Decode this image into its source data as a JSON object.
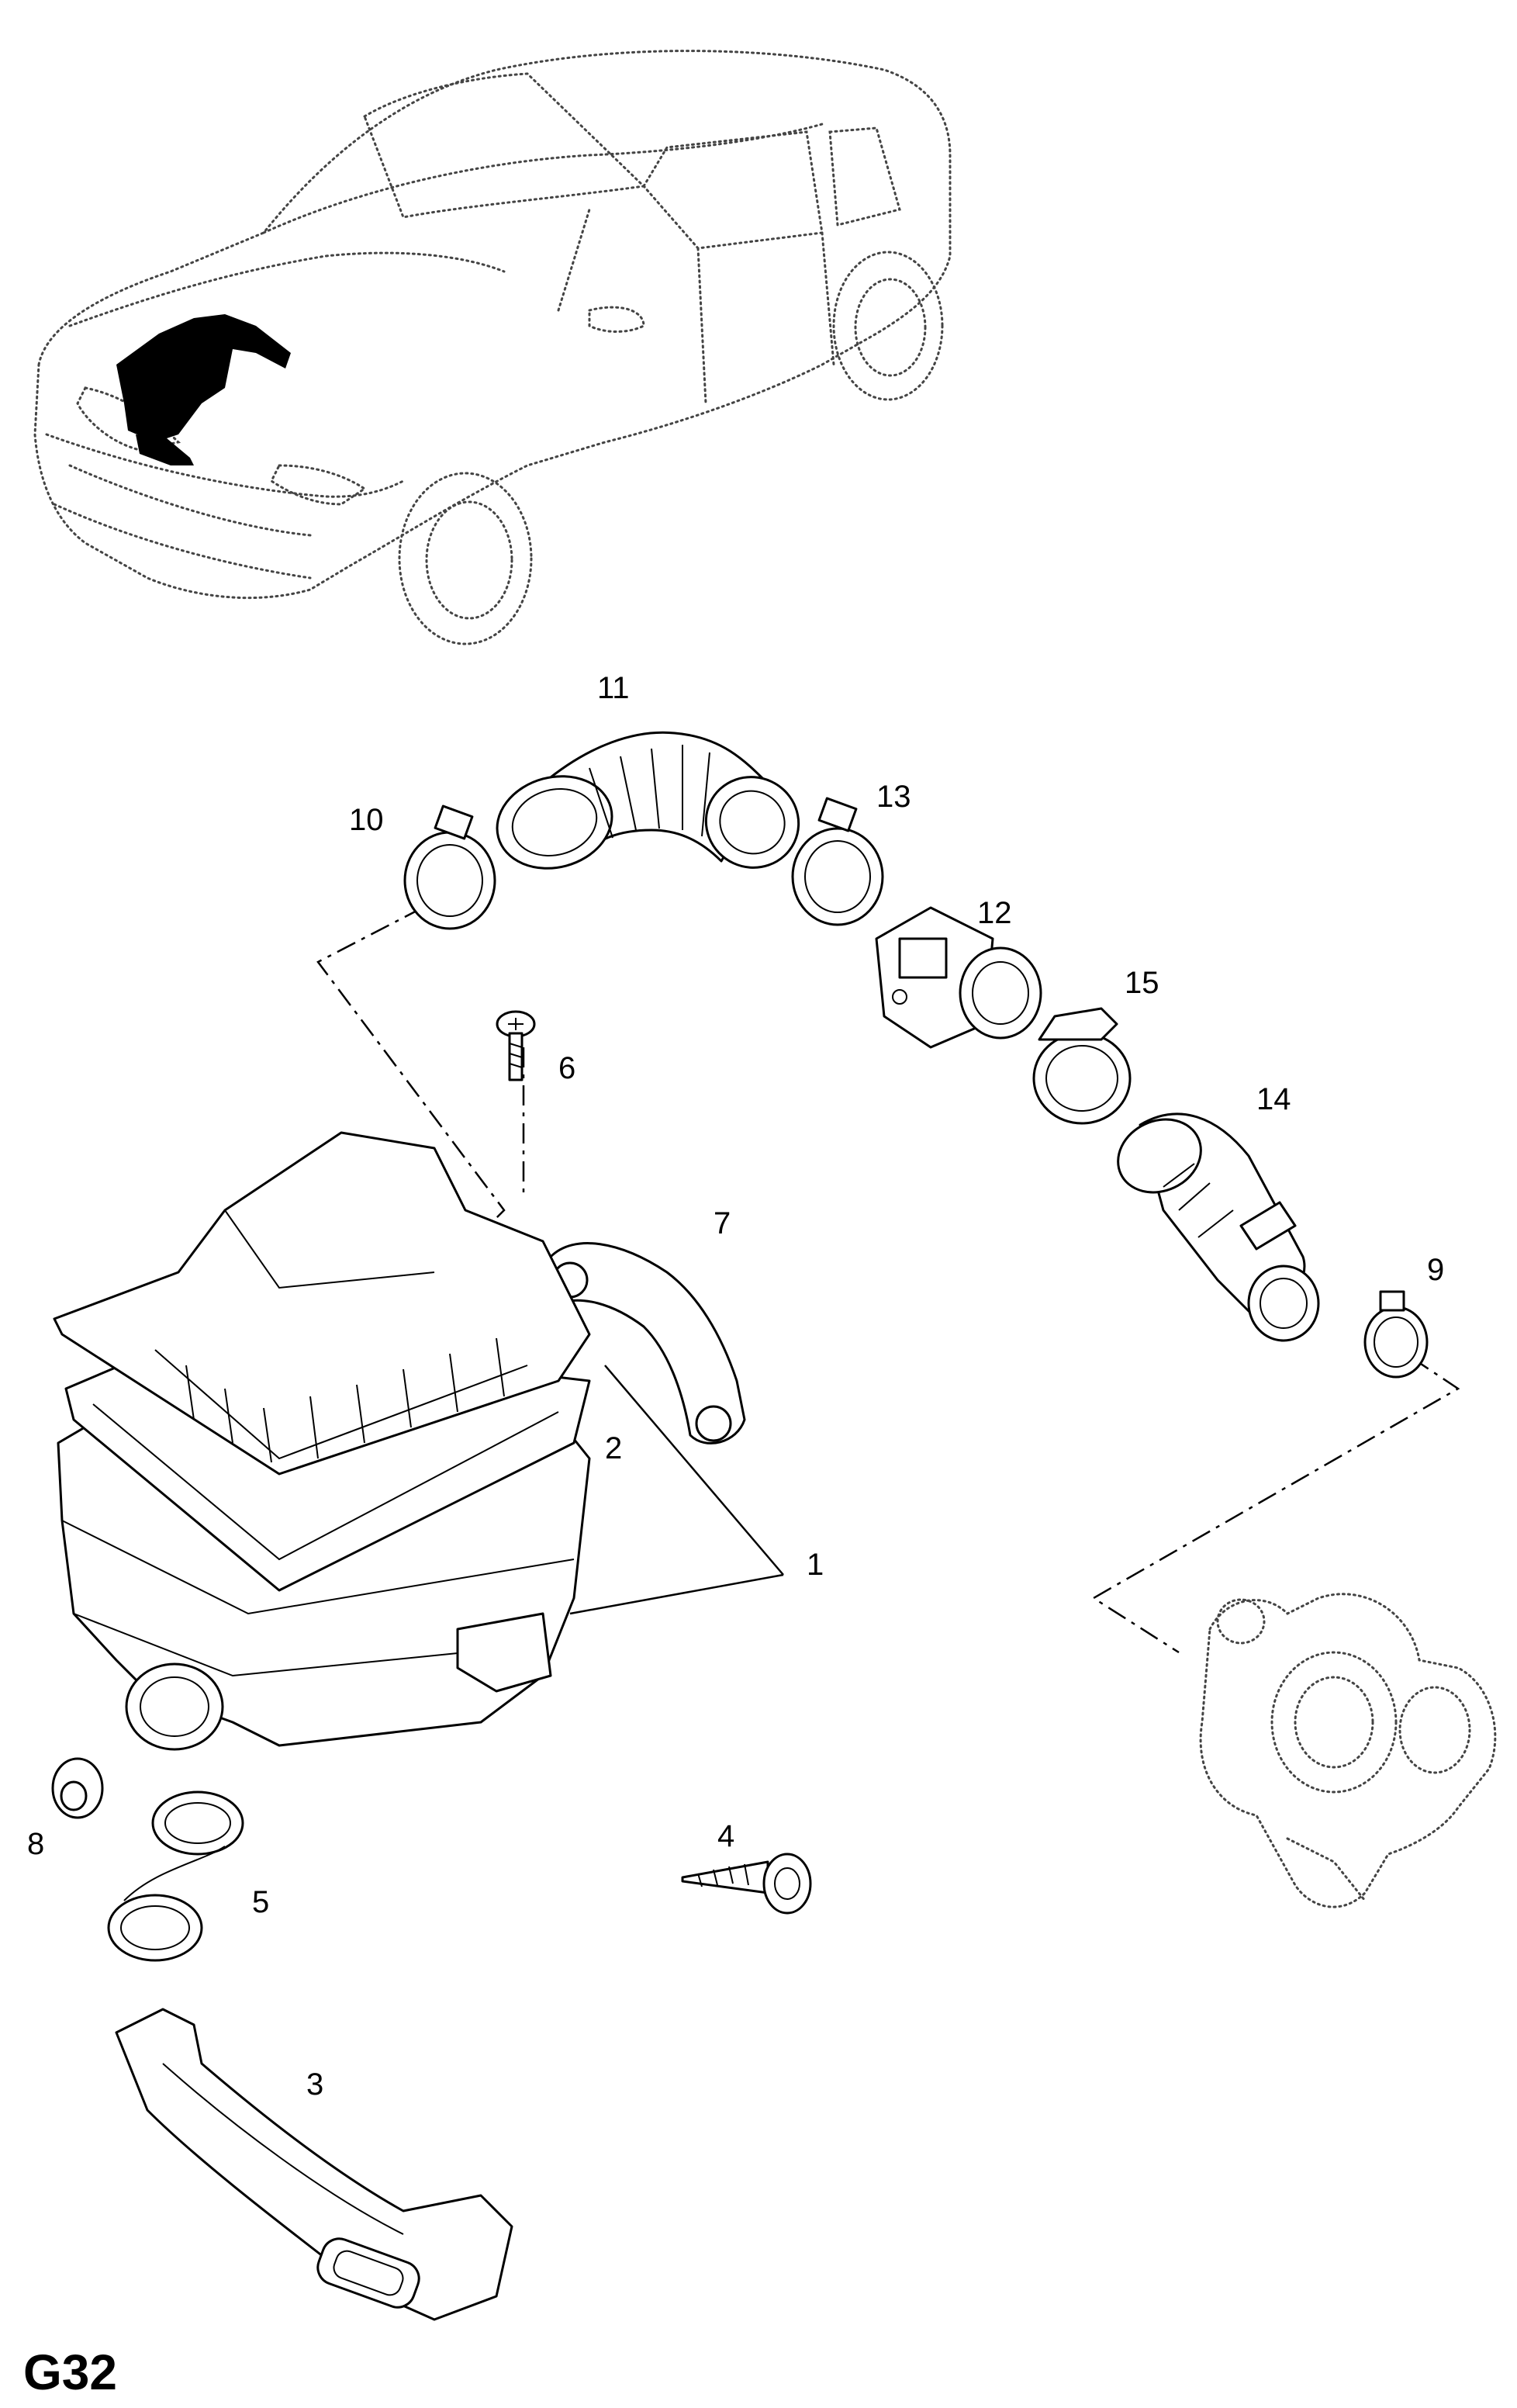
{
  "page_code": "G32",
  "callouts": [
    "1",
    "2",
    "3",
    "4",
    "5",
    "6",
    "7",
    "8",
    "9",
    "10",
    "11",
    "12",
    "13",
    "14",
    "15"
  ]
}
